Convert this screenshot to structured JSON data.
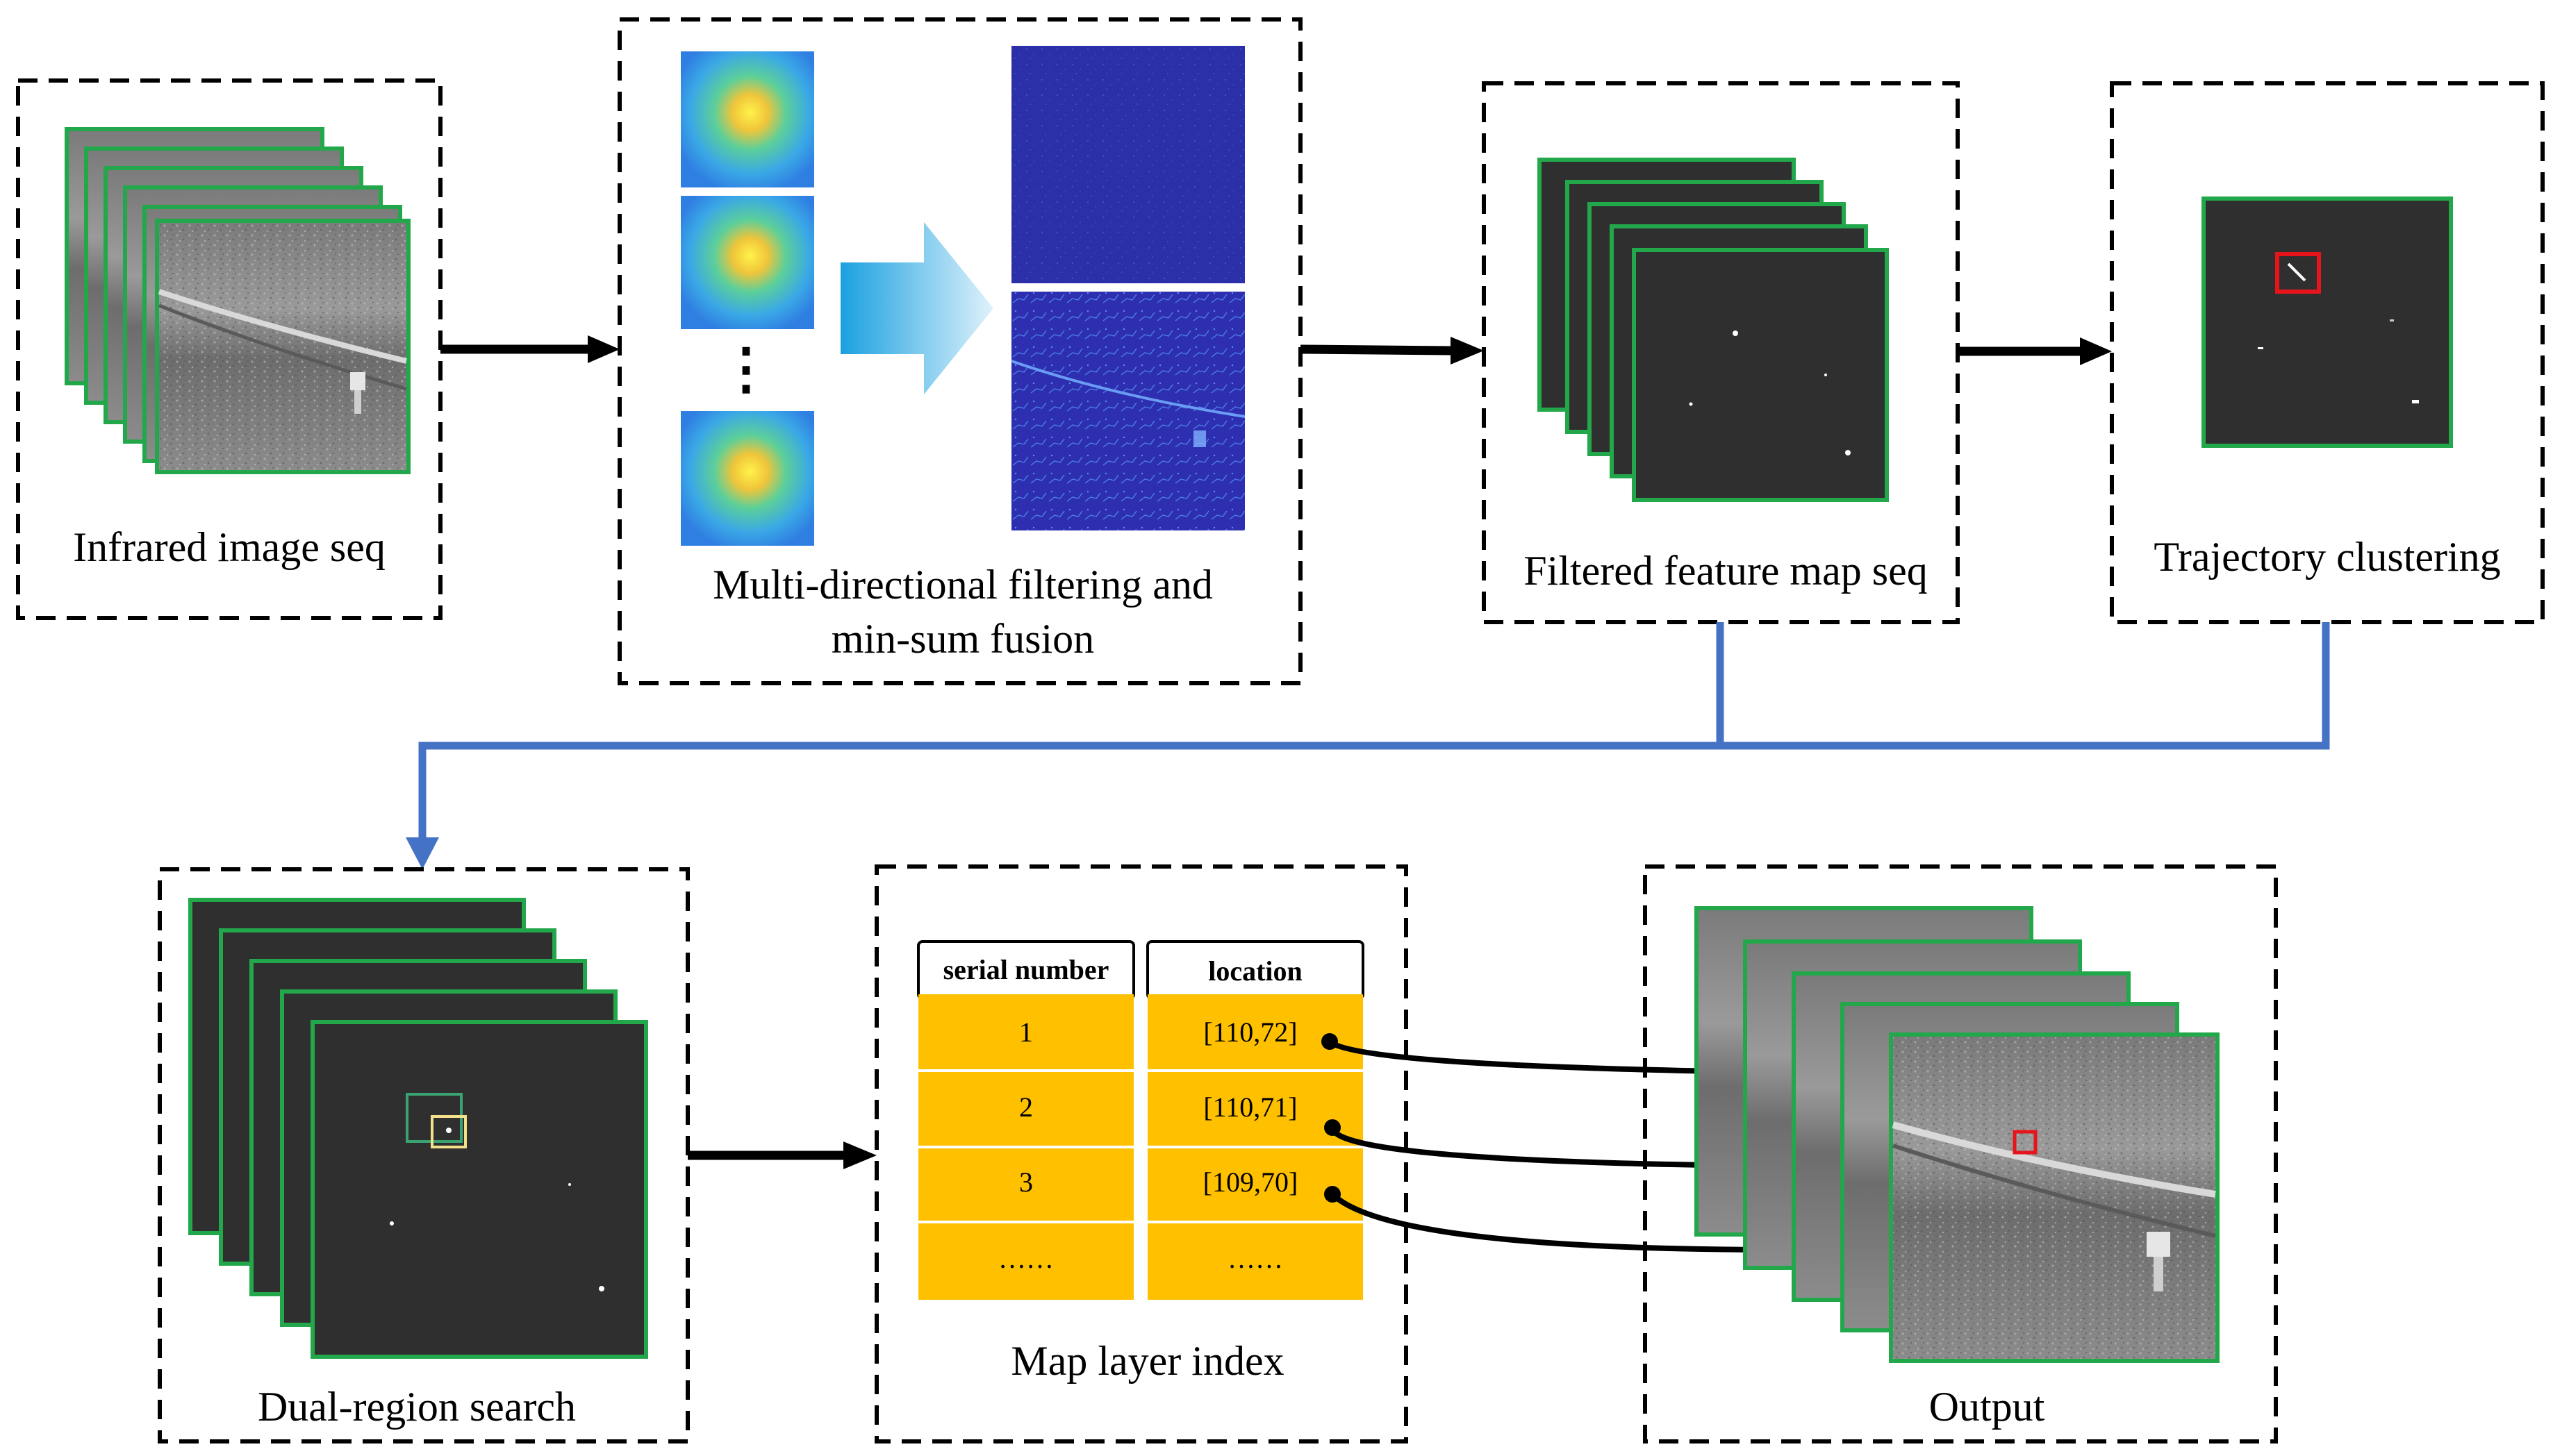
{
  "colors": {
    "frame_green": "#22a84a",
    "dark_map": "#2f2f2f",
    "flow_blue": "#4472c4",
    "table_gold": "#ffc000",
    "highlight_red": "#e8141b",
    "window_yellow": "#f2e08a",
    "window_green": "#3aa372"
  },
  "stages": {
    "infrared": {
      "caption": "Infrared image seq"
    },
    "filtering": {
      "caption_line1": "Multi-directional filtering and",
      "caption_line2": "min-sum fusion",
      "ellipsis": "⋮"
    },
    "filtered": {
      "caption": "Filtered feature map seq"
    },
    "trajectory": {
      "caption": "Trajectory clustering"
    },
    "dual": {
      "caption": "Dual-region search"
    },
    "index": {
      "caption": "Map layer index",
      "header_serial": "serial number",
      "header_location": "location",
      "rows": [
        {
          "serial": "1",
          "location": "[110,72]"
        },
        {
          "serial": "2",
          "location": "[110,71]"
        },
        {
          "serial": "3",
          "location": "[109,70]"
        },
        {
          "serial": "……",
          "location": "……"
        }
      ]
    },
    "output": {
      "caption": "Output"
    }
  }
}
